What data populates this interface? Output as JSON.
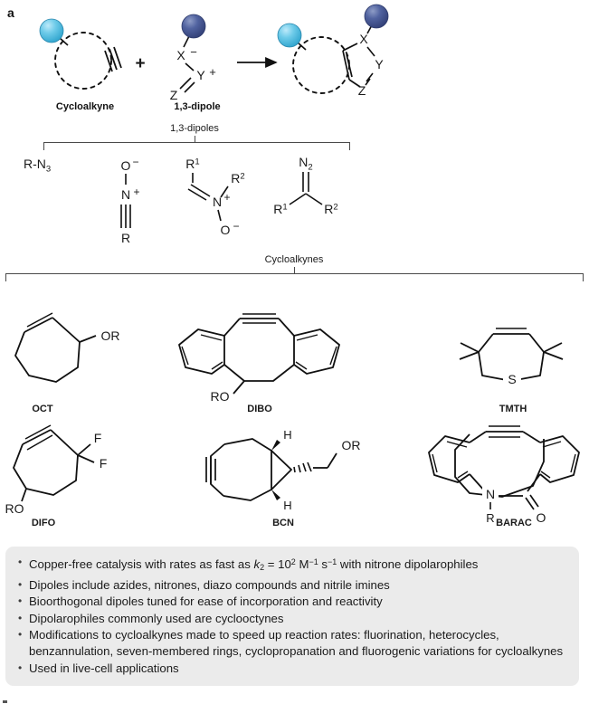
{
  "panel": {
    "label": "a"
  },
  "scheme": {
    "reactant_1_label": "Cycloalkyne",
    "reactant_2_label": "1,3-dipole",
    "plus_sign": "+",
    "arrow": "→",
    "atoms": {
      "x": "X",
      "y": "Y",
      "z": "Z",
      "minus": "−",
      "plus": "+"
    },
    "sphere_light_color": "#5ec5e6",
    "sphere_dark_color": "#495a94"
  },
  "dipole_group": {
    "title": "1,3-dipoles",
    "items": [
      {
        "name": "azide",
        "formula_main": "R-N",
        "formula_sub": "3"
      },
      {
        "name": "nitrile-oxide",
        "o": "O",
        "o_charge": "−",
        "n": "N",
        "n_charge": "+",
        "r": "R"
      },
      {
        "name": "nitrone",
        "r1": "R",
        "r1_sup": "1",
        "r2": "R",
        "r2_sup": "2",
        "n": "N",
        "n_charge": "+",
        "o": "O",
        "o_charge": "−"
      },
      {
        "name": "diazo",
        "n": "N",
        "n_sub": "2",
        "r1": "R",
        "r1_sup": "1",
        "r2": "R",
        "r2_sup": "2"
      }
    ]
  },
  "cycloalkyne_group": {
    "title": "Cycloalkynes",
    "items": [
      {
        "name": "OCT",
        "label": "OCT",
        "substituent": "OR"
      },
      {
        "name": "DIBO",
        "label": "DIBO",
        "substituent": "RO"
      },
      {
        "name": "TMTH",
        "label": "TMTH",
        "heteroatom": "S"
      },
      {
        "name": "DIFO",
        "label": "DIFO",
        "substituent": "RO",
        "fluorine_1": "F",
        "fluorine_2": "F"
      },
      {
        "name": "BCN",
        "label": "BCN",
        "substituent": "OR",
        "hydrogen_1": "H",
        "hydrogen_2": "H"
      },
      {
        "name": "BARAC",
        "label": "BARAC",
        "nitrogen": "N",
        "n_substituent": "R",
        "oxygen": "O"
      }
    ]
  },
  "summary": {
    "bullets": [
      {
        "segments": [
          {
            "t": "Copper-free catalysis with rates as fast as "
          },
          {
            "t": "k",
            "style": "italic"
          },
          {
            "t": "2",
            "style": "sub"
          },
          {
            "t": " = 10"
          },
          {
            "t": "2",
            "style": "sup"
          },
          {
            "t": " M"
          },
          {
            "t": "−1",
            "style": "sup"
          },
          {
            "t": " s"
          },
          {
            "t": "−1",
            "style": "sup"
          },
          {
            "t": " with nitrone dipolarophiles"
          }
        ],
        "plain": "Copper-free catalysis with rates as fast as k2 = 102 M−1 s−1 with nitrone dipolarophiles"
      },
      {
        "plain": "Dipoles include azides, nitrones, diazo compounds and nitrile imines"
      },
      {
        "plain": "Bioorthogonal dipoles tuned for ease of incorporation and reactivity"
      },
      {
        "plain": "Dipolarophiles commonly used are cyclooctynes"
      },
      {
        "plain": "Modifications to cycloalkynes made to speed up reaction rates: fluorination, heterocycles, benzannulation, seven-membered rings, cyclopropanation and fluorogenic variations for cycloalkynes"
      },
      {
        "plain": "Used in live-cell applications"
      }
    ]
  }
}
